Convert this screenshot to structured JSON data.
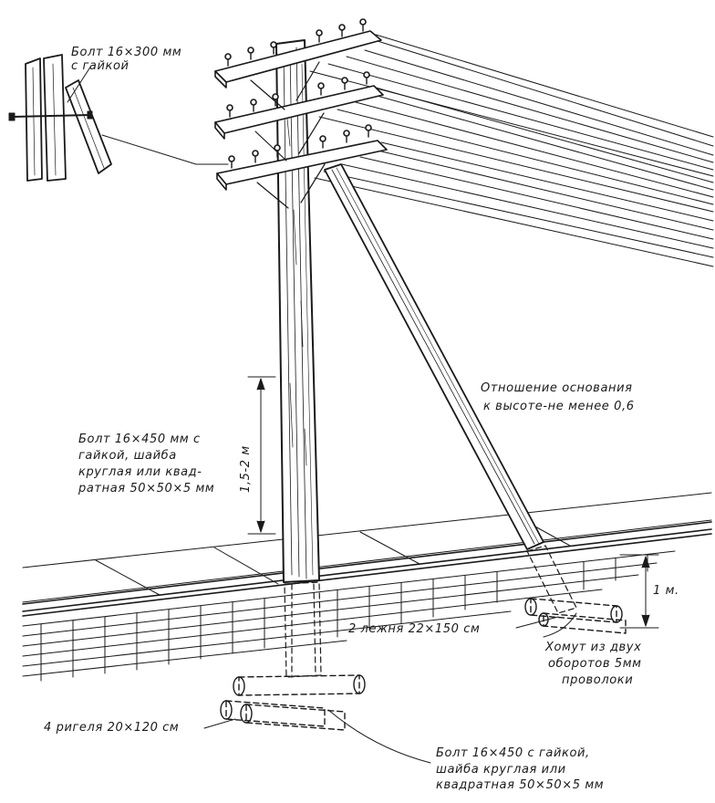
{
  "labels": {
    "bolt_top_1": "Болт 16×300 мм",
    "bolt_top_2": "с гайкой",
    "ratio_1": "Отношение основания",
    "ratio_2": "к высоте-не менее 0,6",
    "bolt_mid_1": "Болт 16×450 мм с",
    "bolt_mid_2": "гайкой, шайба",
    "bolt_mid_3": "круглая или квад-",
    "bolt_mid_4": "ратная 50×50×5 мм",
    "height": "1,5-2 м",
    "depth": "1 м.",
    "sleepers": "2 лежня 22×150 см",
    "clamp_1": "Хомут из двух",
    "clamp_2": "оборотов 5мм",
    "clamp_3": "проволоки",
    "crossbars": "4 ригеля 20×120 см",
    "bolt_bottom_1": "Болт 16×450 с гайкой,",
    "bolt_bottom_2": "шайба круглая или",
    "bolt_bottom_3": "квадратная 50×50×5 мм"
  },
  "colors": {
    "ink": "#1a1a1a",
    "paper": "#ffffff"
  }
}
